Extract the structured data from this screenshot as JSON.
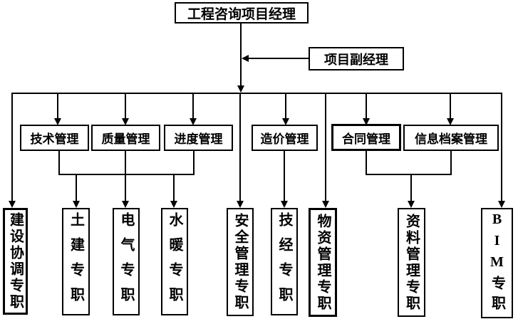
{
  "diagram": {
    "root": "工程咨询项目经理",
    "deputy": "项目副经理",
    "management": [
      "技术管理",
      "质量管理",
      "进度管理",
      "造价管理",
      "合同管理",
      "信息档案管理"
    ],
    "specialists": [
      "建设协调专职",
      "土建专职",
      "电气专职",
      "水暖专职",
      "安全管理专职",
      "技经专职",
      "物资管理专职",
      "资料管理专职",
      "BIM专职"
    ],
    "colors": {
      "line": "#000000",
      "background": "#ffffff",
      "text": "#000000"
    }
  }
}
